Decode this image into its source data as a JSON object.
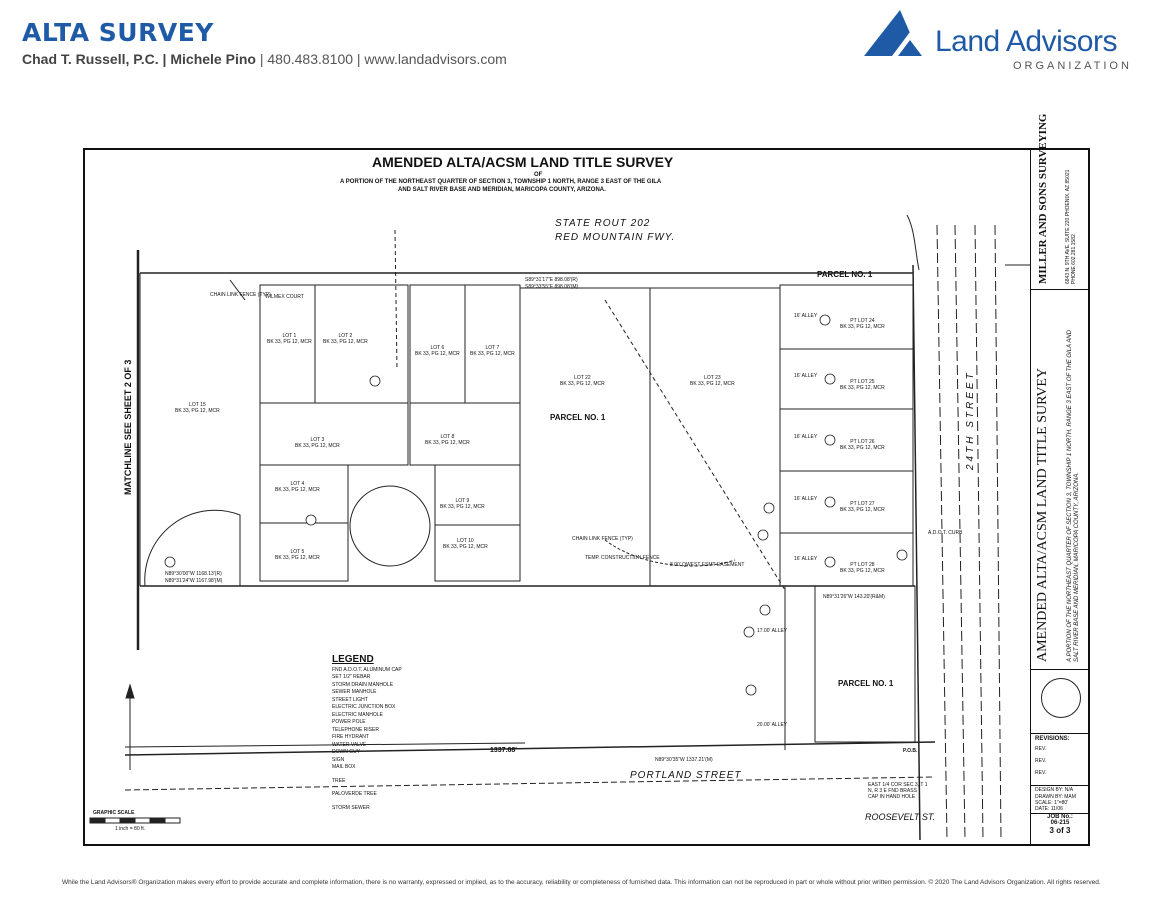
{
  "header": {
    "title": "ALTA SURVEY",
    "contact_bold": "Chad T. Russell, P.C. | Michele Pino",
    "contact_rest": " | 480.483.8100 | www.landadvisors.com"
  },
  "logo": {
    "icon": "mountain-triangle-icon",
    "name": "Land Advisors",
    "org": "ORGANIZATION",
    "color": "#1f5aa6"
  },
  "plat": {
    "title": "AMENDED ALTA/ACSM LAND TITLE SURVEY",
    "of": "OF",
    "desc1": "A PORTION OF THE NORTHEAST QUARTER OF SECTION 3, TOWNSHIP 1 NORTH, RANGE 3 EAST OF THE GILA",
    "desc2": "AND SALT RIVER BASE AND MERIDIAN, MARICOPA COUNTY, ARIZONA.",
    "state_route": "STATE  ROUT 202",
    "red_mountain": "RED MOUNTAIN FWY.",
    "matchline": "MATCHLINE SEE SHEET 2 OF 3",
    "portland": "PORTLAND     STREET",
    "roosevelt": "ROOSEVELT ST.",
    "street_24th": "24TH     STREET",
    "parcel": "PARCEL NO. 1",
    "bearing_top1": "S89°31'17\"E  898.08'(R)",
    "bearing_top2": "S89°33'55\"E  898.08'(M)",
    "bearing_bot1": "N89°30'00\"W  1168.13'(R)",
    "bearing_bot2": "N89°31'24\"W  1167.98'(M)",
    "bearing_mid": "N89°31'26\"W  143.20'(R&M)",
    "bearing_portland": "N89°30'35\"W  1337.21'(M)",
    "dim_1337": "1337.68'",
    "chain_link": "CHAIN LINK FENCE (TYP)",
    "temp_fence": "TEMP. CONSTRUCTION FENCE",
    "qwest": "8.00' QWEST ESMT EASEMENT",
    "wilmex": "WILMEX COURT",
    "alley_16": "16' ALLEY",
    "alley_17": "17.00' ALLEY",
    "alley_20": "20.00' ALLEY",
    "pob": "P.O.B.",
    "corner_note": "EAST 1/4 COR SEC 3, T 1 N, R 3 E FND BRASS CAP IN HAND HOLE",
    "adot_curb": "A.D.O.T. CURB",
    "graphic_scale": "GRAPHIC SCALE",
    "scale_note": "1 inch = 80 ft.",
    "lots": [
      "LOT 1",
      "LOT 2",
      "LOT 3",
      "LOT 4",
      "LOT 5",
      "LOT 6",
      "LOT 7",
      "LOT 8",
      "LOT 9",
      "LOT 10",
      "LOT 15",
      "LOT 22",
      "LOT 23",
      "PT LOT 24",
      "PT LOT 25",
      "PT LOT 26",
      "PT LOT 27",
      "PT LOT 28"
    ],
    "book_ref": "BK 33, PG 12, MCR"
  },
  "legend": {
    "heading": "LEGEND",
    "items": [
      "FND A.D.O.T. ALUMINUM CAP",
      "SET 1/2\" REBAR",
      "STORM DRAIN MANHOLE",
      "SEWER MANHOLE",
      "STREET LIGHT",
      "ELECTRIC JUNCTION BOX",
      "ELECTRIC MANHOLE",
      "POWER POLE",
      "TELEPHONE RISER",
      "FIRE HYDRANT",
      "WATER VALVE",
      "DOWN GUY",
      "SIGN",
      "MAIL BOX",
      "TREE",
      "PALOVERDE TREE",
      "STORM SEWER"
    ]
  },
  "title_block": {
    "firm": "MILLER AND SONS SURVEYING",
    "firm_addr": "6843 N. 9TH AVE. SUITE 220  PHOENIX, AZ 85021  PHONE 602.281.1582",
    "project": "AMENDED ALTA/ACSM LAND TITLE SURVEY",
    "project_desc": "A PORTION OF THE NORTHEAST QUARTER OF SECTION 3, TOWNSHIP 1 NORTH, RANGE 3 EAST OF THE GILA AND SALT RIVER BASE AND MERIDIAN, MARICOPA COUNTY, ARIZONA.",
    "revisions": "REVISIONS:",
    "rev1": "REV.",
    "rev2": "REV.",
    "rev3": "REV.",
    "design": "DESIGN BY: N/A",
    "drawn": "DRAWN BY: MAM",
    "scale": "SCALE: 1\"=80'",
    "date": "DATE: 11/06",
    "job_label": "JOB No.:",
    "job_no": "06-215",
    "sheet": "3  of  3"
  },
  "footer": "While the Land Advisors® Organization makes every effort to provide accurate and complete information, there is no warranty, expressed or implied, as to the accuracy, reliability or completeness of furnished data. This information can not be reproduced in part or whole without prior written permission. © 2020 The Land Advisors Organization. All rights reserved."
}
